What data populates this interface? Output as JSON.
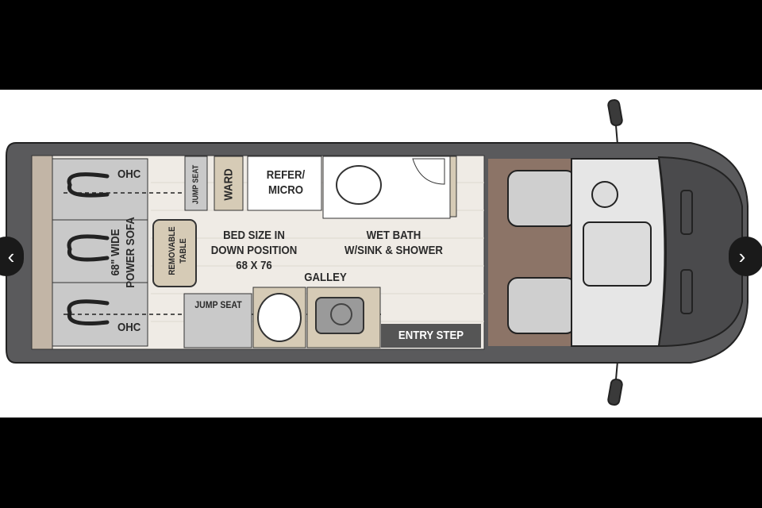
{
  "viewer": {
    "prev_label": "‹",
    "next_label": "›"
  },
  "floorplan": {
    "labels": {
      "ohc_top": "OHC",
      "ohc_bottom": "OHC",
      "sofa": "68\" WIDE\nPOWER SOFA",
      "sofa_line1": "68\" WIDE",
      "sofa_line2": "POWER SOFA",
      "table_line1": "REMOVABLE",
      "table_line2": "TABLE",
      "jump_seat_top": "JUMP SEAT",
      "ward": "WARD",
      "refer_line1": "REFER/",
      "refer_line2": "MICRO",
      "bed_line1": "BED SIZE IN",
      "bed_line2": "DOWN POSITION",
      "bed_line3": "68 X 76",
      "bath_line1": "WET BATH",
      "bath_line2": "W/SINK & SHOWER",
      "galley": "GALLEY",
      "jump_seat_bottom": "JUMP SEAT",
      "entry_step": "ENTRY STEP"
    },
    "colors": {
      "body": "#5a5a5c",
      "floor": "#efebe5",
      "cab_floor": "#8c7467",
      "tan": "#d6cbb6",
      "cabinet_gray": "#c9c9c9"
    }
  }
}
